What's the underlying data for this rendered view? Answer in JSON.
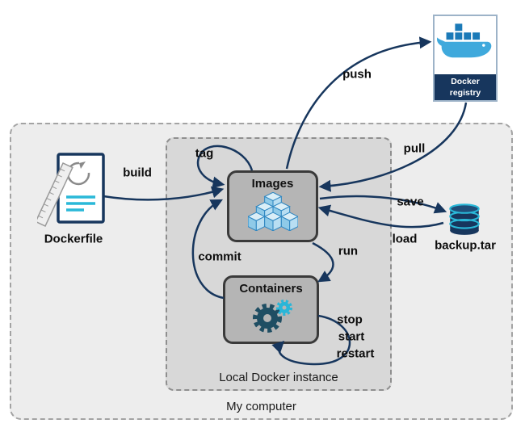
{
  "diagram": {
    "outer_box_label": "My computer",
    "inner_box_label": "Local Docker instance",
    "nodes": {
      "images": "Images",
      "containers": "Containers",
      "dockerfile": "Dockerfile",
      "backup": "backup.tar",
      "registry_line1": "Docker",
      "registry_line2": "registry"
    },
    "arrows": {
      "build": "build",
      "tag": "tag",
      "push": "push",
      "pull": "pull",
      "save": "save",
      "load": "load",
      "run": "run",
      "commit": "commit",
      "stop": "stop",
      "start": "start",
      "restart": "restart"
    },
    "colors": {
      "arrow": "#17365d",
      "docker_blue": "#3fa9dc",
      "teal": "#2ab8d8",
      "banner_navy": "#17365d",
      "node_fill": "#b5b5b5",
      "inner_fill": "#d8d8d8",
      "outer_fill": "#ededed"
    }
  }
}
